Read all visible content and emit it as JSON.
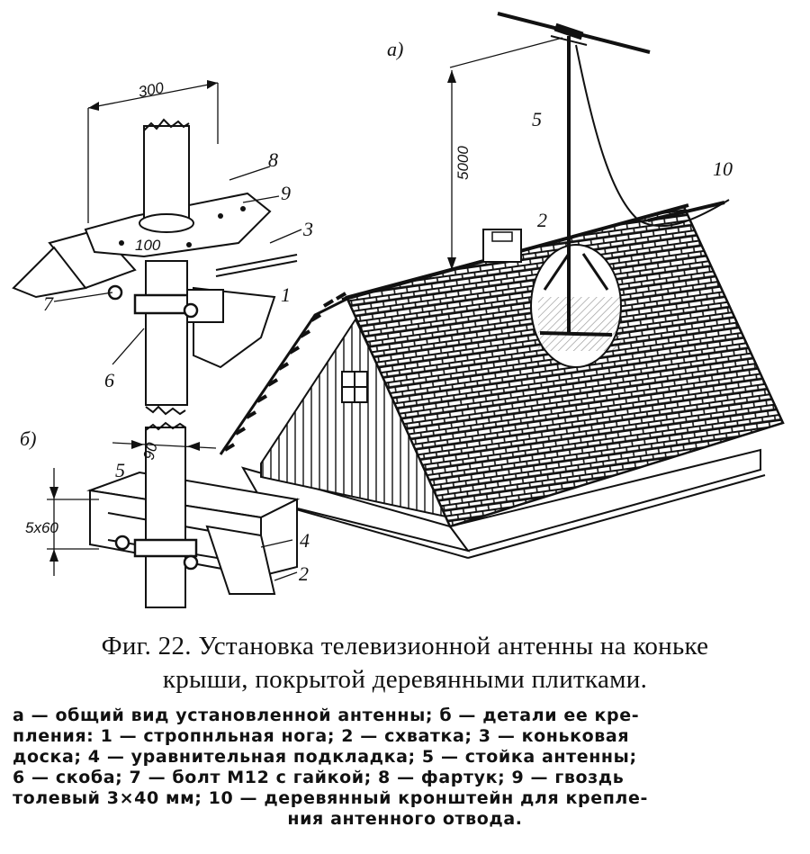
{
  "figure": {
    "part_labels": {
      "a": "а)",
      "b": "б)"
    },
    "dimensions": {
      "d300": "300",
      "d5000": "5000",
      "d100": "100",
      "d90": "90",
      "d5x60": "5x60"
    },
    "numbers": {
      "n1": "1",
      "n2a": "2",
      "n2b": "2",
      "n3": "3",
      "n4": "4",
      "n5a": "5",
      "n5b": "5",
      "n6": "6",
      "n7": "7",
      "n8": "8",
      "n9": "9",
      "n10": "10"
    }
  },
  "caption": {
    "fig_number": "Фиг. 22.",
    "title_line1": "Установка телевизионной антенны на коньке",
    "title_line2": "крыши, покрытой деревянными плитками.",
    "legend_1": "а — общий вид установленной антенны; б — детали ее кре-",
    "legend_2": "пления: 1 — стропнльная нога; 2 — схватка; 3 — коньковая",
    "legend_3": "доска; 4 — уравнительная подкладка; 5 — стойка антенны;",
    "legend_4": "6 — скоба; 7 — болт М12 с гайкой; 8 — фартук; 9 — гвоздь",
    "legend_5": "толевый 3×40 мм; 10 — деревянный кронштейн для крепле-",
    "legend_6": "ния антенного отвода."
  }
}
